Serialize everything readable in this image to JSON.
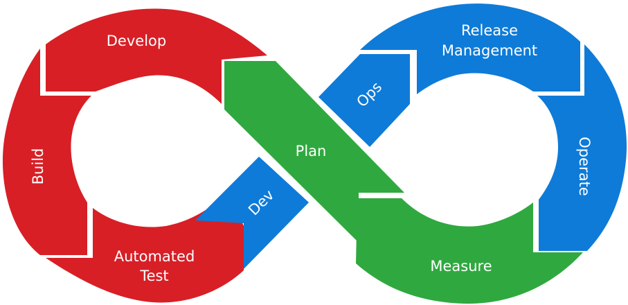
{
  "colors": {
    "dev": "#d81f26",
    "plan": "#2fa93f",
    "ops": "#0e7bd8"
  },
  "segments": {
    "develop": "Develop",
    "build": "Build",
    "automated_test_line1": "Automated",
    "automated_test_line2": "Test",
    "dev": "Dev",
    "plan": "Plan",
    "measure": "Measure",
    "ops": "Ops",
    "release_line1": "Release",
    "release_line2": "Management",
    "operate": "Operate"
  }
}
